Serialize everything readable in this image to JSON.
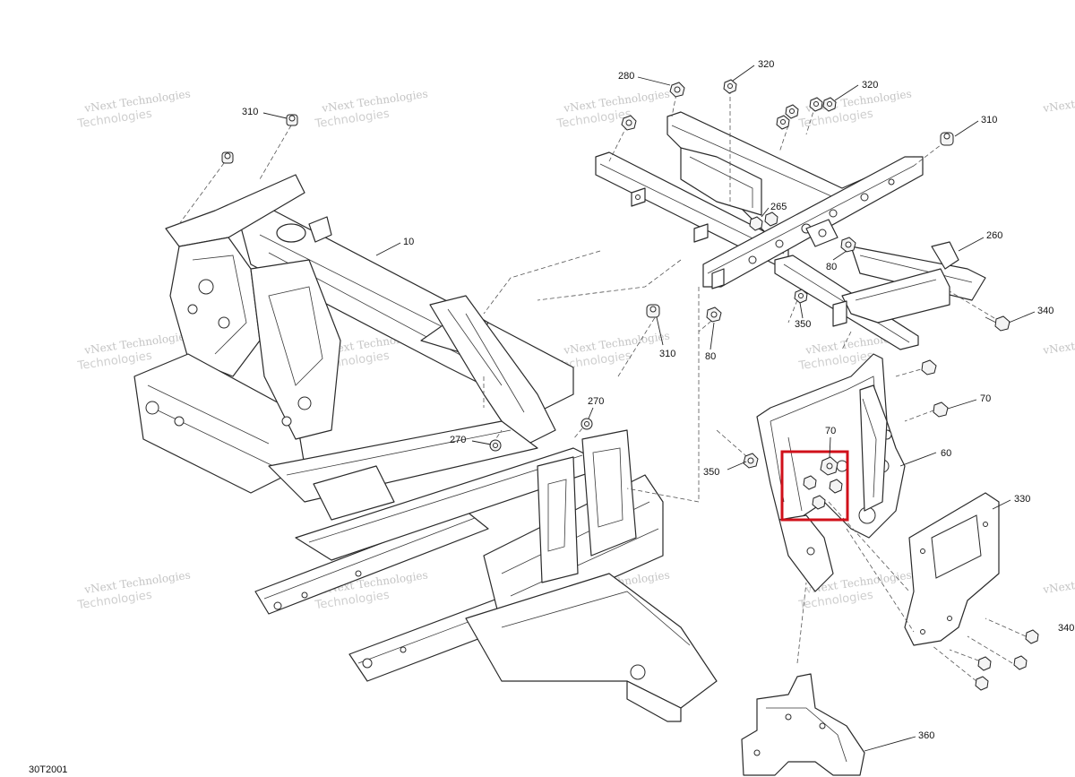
{
  "watermark": {
    "line1": "vNext Technologies",
    "line2": "Technologies"
  },
  "diagram_ref": "30T2001",
  "callouts": [
    {
      "id": "c10",
      "label": "10"
    },
    {
      "id": "c280",
      "label": "280"
    },
    {
      "id": "c320a",
      "label": "320"
    },
    {
      "id": "c320b",
      "label": "320"
    },
    {
      "id": "c310a",
      "label": "310"
    },
    {
      "id": "c310b",
      "label": "310"
    },
    {
      "id": "c310c",
      "label": "310"
    },
    {
      "id": "c265",
      "label": "265"
    },
    {
      "id": "c260",
      "label": "260"
    },
    {
      "id": "c80a",
      "label": "80"
    },
    {
      "id": "c80b",
      "label": "80"
    },
    {
      "id": "c350a",
      "label": "350"
    },
    {
      "id": "c350b",
      "label": "350"
    },
    {
      "id": "c340a",
      "label": "340"
    },
    {
      "id": "c340b",
      "label": "340"
    },
    {
      "id": "c70a",
      "label": "70"
    },
    {
      "id": "c70b",
      "label": "70"
    },
    {
      "id": "c60",
      "label": "60"
    },
    {
      "id": "c330",
      "label": "330"
    },
    {
      "id": "c270a",
      "label": "270"
    },
    {
      "id": "c270b",
      "label": "270"
    },
    {
      "id": "c360",
      "label": "360"
    }
  ],
  "highlight": {
    "color": "#d0101a",
    "target": "70"
  }
}
